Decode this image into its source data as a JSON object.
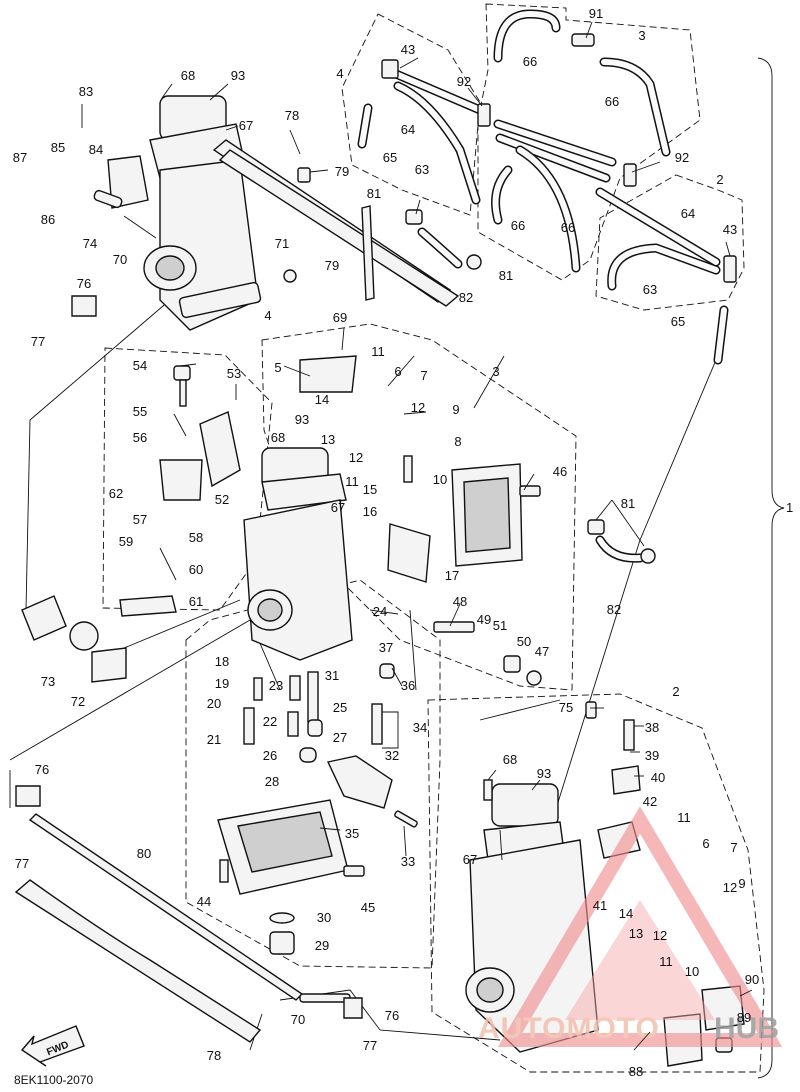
{
  "diagram": {
    "catalog_code": "8EK1100-2070",
    "fwd_label": "FWD",
    "bracket_label": "1",
    "watermark": {
      "text_main": "AUTOMOTO",
      "text_hub": "HUB"
    },
    "callouts": [
      {
        "id": "c91",
        "text": "91"
      },
      {
        "id": "c3a",
        "text": "3"
      },
      {
        "id": "c66a",
        "text": "66"
      },
      {
        "id": "c66b",
        "text": "66"
      },
      {
        "id": "c4a",
        "text": "4"
      },
      {
        "id": "c43a",
        "text": "43"
      },
      {
        "id": "c92a",
        "text": "92"
      },
      {
        "id": "c64a",
        "text": "64"
      },
      {
        "id": "c65a",
        "text": "65"
      },
      {
        "id": "c63a",
        "text": "63"
      },
      {
        "id": "c92b",
        "text": "92"
      },
      {
        "id": "c2a",
        "text": "2"
      },
      {
        "id": "c81a",
        "text": "81"
      },
      {
        "id": "c66c",
        "text": "66"
      },
      {
        "id": "c66d",
        "text": "66"
      },
      {
        "id": "c64b",
        "text": "64"
      },
      {
        "id": "c43b",
        "text": "43"
      },
      {
        "id": "c81b",
        "text": "81"
      },
      {
        "id": "c82a",
        "text": "82"
      },
      {
        "id": "c63b",
        "text": "63"
      },
      {
        "id": "c65b",
        "text": "65"
      },
      {
        "id": "c68a",
        "text": "68"
      },
      {
        "id": "c93a",
        "text": "93"
      },
      {
        "id": "c83",
        "text": "83"
      },
      {
        "id": "c67a",
        "text": "67"
      },
      {
        "id": "c78a",
        "text": "78"
      },
      {
        "id": "c79a",
        "text": "79"
      },
      {
        "id": "c87",
        "text": "87"
      },
      {
        "id": "c85",
        "text": "85"
      },
      {
        "id": "c84",
        "text": "84"
      },
      {
        "id": "c86",
        "text": "86"
      },
      {
        "id": "c74",
        "text": "74"
      },
      {
        "id": "c70a",
        "text": "70"
      },
      {
        "id": "c71",
        "text": "71"
      },
      {
        "id": "c79b",
        "text": "79"
      },
      {
        "id": "c76a",
        "text": "76"
      },
      {
        "id": "c4b",
        "text": "4"
      },
      {
        "id": "c77a",
        "text": "77"
      },
      {
        "id": "c69",
        "text": "69"
      },
      {
        "id": "c3b",
        "text": "3"
      },
      {
        "id": "c5",
        "text": "5"
      },
      {
        "id": "c11a",
        "text": "11"
      },
      {
        "id": "c6a",
        "text": "6"
      },
      {
        "id": "c7a",
        "text": "7"
      },
      {
        "id": "c54",
        "text": "54"
      },
      {
        "id": "c53",
        "text": "53"
      },
      {
        "id": "c14a",
        "text": "14"
      },
      {
        "id": "c12a",
        "text": "12"
      },
      {
        "id": "c9a",
        "text": "9"
      },
      {
        "id": "c55",
        "text": "55"
      },
      {
        "id": "c93b",
        "text": "93"
      },
      {
        "id": "c13a",
        "text": "13"
      },
      {
        "id": "c56",
        "text": "56"
      },
      {
        "id": "c68b",
        "text": "68"
      },
      {
        "id": "c12b",
        "text": "12"
      },
      {
        "id": "c8",
        "text": "8"
      },
      {
        "id": "c10a",
        "text": "10"
      },
      {
        "id": "c46",
        "text": "46"
      },
      {
        "id": "c11b",
        "text": "11"
      },
      {
        "id": "c62",
        "text": "62"
      },
      {
        "id": "c52",
        "text": "52"
      },
      {
        "id": "c67b",
        "text": "67"
      },
      {
        "id": "c15",
        "text": "15"
      },
      {
        "id": "c16",
        "text": "16"
      },
      {
        "id": "c57",
        "text": "57"
      },
      {
        "id": "c58",
        "text": "58"
      },
      {
        "id": "c59",
        "text": "59"
      },
      {
        "id": "c60",
        "text": "60"
      },
      {
        "id": "c61",
        "text": "61"
      },
      {
        "id": "c17",
        "text": "17"
      },
      {
        "id": "c81c",
        "text": "81"
      },
      {
        "id": "c82b",
        "text": "82"
      },
      {
        "id": "c24",
        "text": "24"
      },
      {
        "id": "c48",
        "text": "48"
      },
      {
        "id": "c49",
        "text": "49"
      },
      {
        "id": "c51",
        "text": "51"
      },
      {
        "id": "c50",
        "text": "50"
      },
      {
        "id": "c47",
        "text": "47"
      },
      {
        "id": "c37",
        "text": "37"
      },
      {
        "id": "c73",
        "text": "73"
      },
      {
        "id": "c72",
        "text": "72"
      },
      {
        "id": "c18",
        "text": "18"
      },
      {
        "id": "c19",
        "text": "19"
      },
      {
        "id": "c23",
        "text": "23"
      },
      {
        "id": "c31",
        "text": "31"
      },
      {
        "id": "c36",
        "text": "36"
      },
      {
        "id": "c20",
        "text": "20"
      },
      {
        "id": "c25",
        "text": "25"
      },
      {
        "id": "c22",
        "text": "22"
      },
      {
        "id": "c34",
        "text": "34"
      },
      {
        "id": "c21",
        "text": "21"
      },
      {
        "id": "c27",
        "text": "27"
      },
      {
        "id": "c75",
        "text": "75"
      },
      {
        "id": "c2b",
        "text": "2"
      },
      {
        "id": "c38",
        "text": "38"
      },
      {
        "id": "c39",
        "text": "39"
      },
      {
        "id": "c76b",
        "text": "76"
      },
      {
        "id": "c26",
        "text": "26"
      },
      {
        "id": "c32",
        "text": "32"
      },
      {
        "id": "c40",
        "text": "40"
      },
      {
        "id": "c68c",
        "text": "68"
      },
      {
        "id": "c93c",
        "text": "93"
      },
      {
        "id": "c28",
        "text": "28"
      },
      {
        "id": "c42",
        "text": "42"
      },
      {
        "id": "c77b",
        "text": "77"
      },
      {
        "id": "c80",
        "text": "80"
      },
      {
        "id": "c35",
        "text": "35"
      },
      {
        "id": "c11c",
        "text": "11"
      },
      {
        "id": "c6b",
        "text": "6"
      },
      {
        "id": "c7b",
        "text": "7"
      },
      {
        "id": "c33",
        "text": "33"
      },
      {
        "id": "c67c",
        "text": "67"
      },
      {
        "id": "c44",
        "text": "44"
      },
      {
        "id": "c45",
        "text": "45"
      },
      {
        "id": "c41",
        "text": "41"
      },
      {
        "id": "c14b",
        "text": "14"
      },
      {
        "id": "c12c",
        "text": "12"
      },
      {
        "id": "c9b",
        "text": "9"
      },
      {
        "id": "c30",
        "text": "30"
      },
      {
        "id": "c13b",
        "text": "13"
      },
      {
        "id": "c12d",
        "text": "12"
      },
      {
        "id": "c29",
        "text": "29"
      },
      {
        "id": "c11d",
        "text": "11"
      },
      {
        "id": "c10b",
        "text": "10"
      },
      {
        "id": "c90",
        "text": "90"
      },
      {
        "id": "c70b",
        "text": "70"
      },
      {
        "id": "c76c",
        "text": "76"
      },
      {
        "id": "c89",
        "text": "89"
      },
      {
        "id": "c77c",
        "text": "77"
      },
      {
        "id": "c78b",
        "text": "78"
      },
      {
        "id": "c88",
        "text": "88"
      }
    ]
  }
}
